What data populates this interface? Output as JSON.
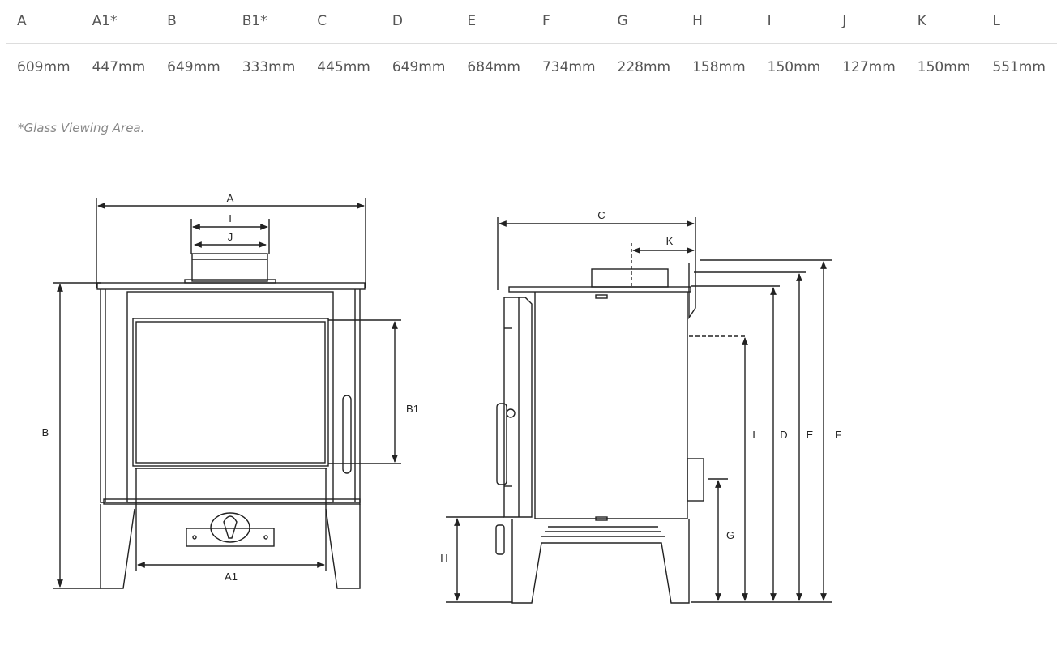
{
  "table": {
    "headers": [
      "A",
      "A1*",
      "B",
      "B1*",
      "C",
      "D",
      "E",
      "F",
      "G",
      "H",
      "I",
      "J",
      "K",
      "L"
    ],
    "values": [
      "609mm",
      "447mm",
      "649mm",
      "333mm",
      "445mm",
      "649mm",
      "684mm",
      "734mm",
      "228mm",
      "158mm",
      "150mm",
      "127mm",
      "150mm",
      "551mm"
    ]
  },
  "note": "*Glass Viewing Area.",
  "drawing": {
    "front_labels": {
      "A": "A",
      "I": "I",
      "J": "J",
      "B": "B",
      "B1": "B1",
      "A1": "A1"
    },
    "side_labels": {
      "C": "C",
      "K": "K",
      "H": "H",
      "G": "G",
      "L": "L",
      "D": "D",
      "E": "E",
      "F": "F"
    }
  }
}
